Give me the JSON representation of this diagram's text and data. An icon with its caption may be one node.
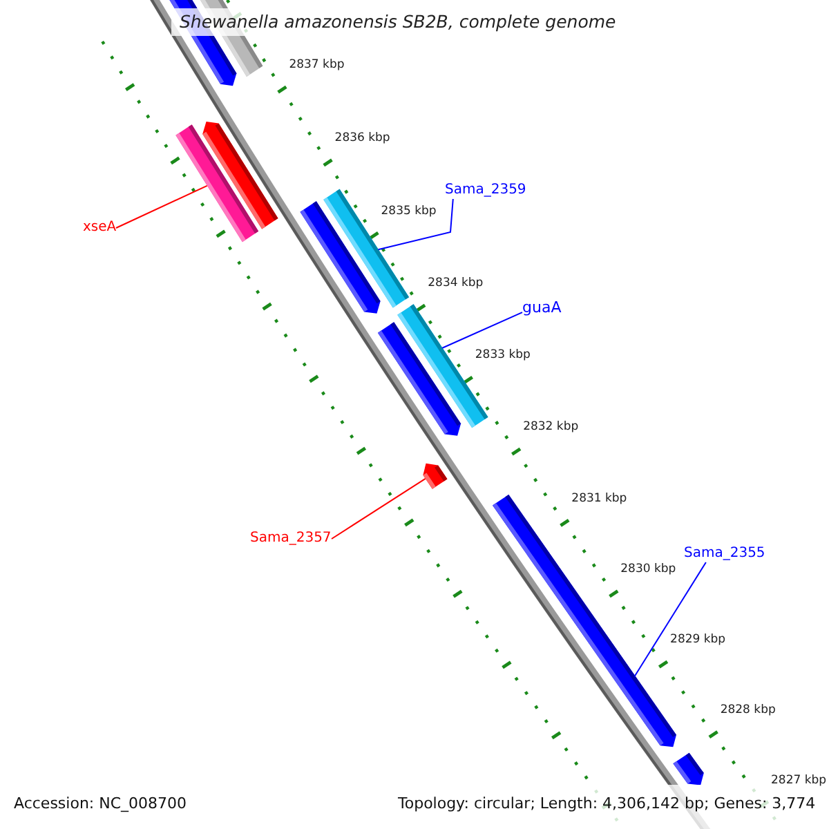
{
  "diagram": {
    "title": "Shewanella amazonensis SB2B, complete genome",
    "nodes": [
      {
        "text": [
          "Sama_2359"
        ]
      },
      {
        "text": [
          "xseA"
        ]
      },
      {
        "text": [
          "guaA"
        ]
      },
      {
        "text": [
          "Sama_2357"
        ]
      },
      {
        "text": [
          "Sama_2355"
        ]
      },
      {
        "text": [],
        "shape": "bar"
      },
      {
        "text": [],
        "shape": "bar"
      },
      {
        "text": [],
        "shape": "bar"
      },
      {
        "text": [],
        "shape": "bar"
      },
      {
        "text": [],
        "shape": "bar"
      }
    ],
    "edges": [
      {
        "from": 0,
        "to": 6,
        "arrow": "none"
      },
      {
        "from": 1,
        "to": 5,
        "arrow": "none",
        "color": "#ff0000"
      },
      {
        "from": 2,
        "to": 7,
        "arrow": "none"
      },
      {
        "from": 3,
        "to": 8,
        "arrow": "none",
        "color": "#ff0000"
      },
      {
        "from": 4,
        "to": 9,
        "arrow": "none"
      }
    ],
    "labels": [
      "2837 kbp",
      "2836 kbp",
      "2835 kbp",
      "2834 kbp",
      "2833 kbp",
      "2832 kbp",
      "2831 kbp",
      "2830 kbp",
      "2829 kbp",
      "2828 kbp",
      "2827 kbp",
      "Accession: NC_008700",
      "Topology: circular; Length: 4,306,142 bp; Genes: 3,774"
    ]
  }
}
